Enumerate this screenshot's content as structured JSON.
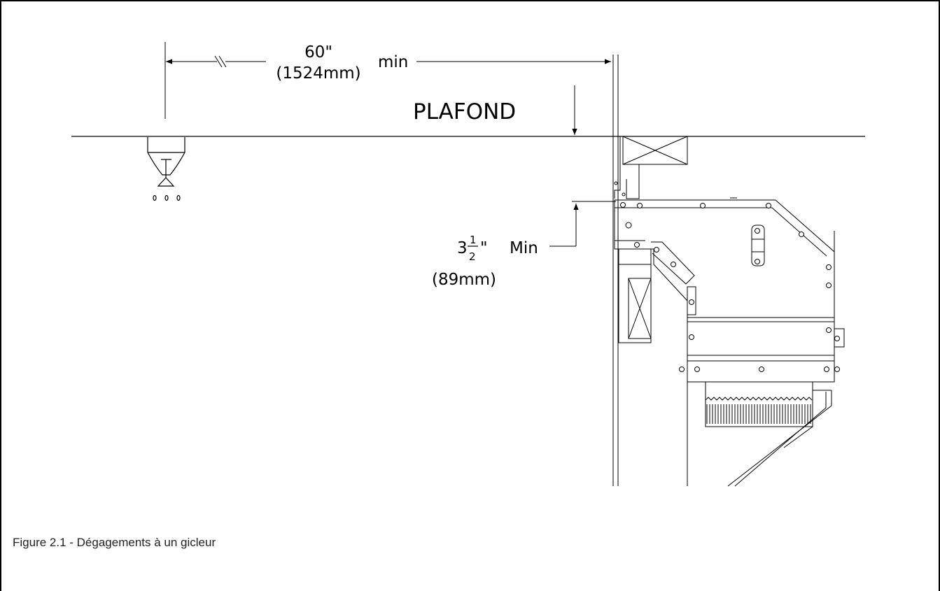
{
  "diagram": {
    "horizontal_dimension": {
      "value": "60\"",
      "metric": "(1524mm)",
      "suffix": "min"
    },
    "ceiling_label": "PLAFOND",
    "vertical_dimension": {
      "whole": "3",
      "numerator": "1",
      "denominator": "2",
      "unit": "\"",
      "suffix": "Min",
      "metric": "(89mm)"
    }
  },
  "caption": "Figure 2.1 - Dégagements à un gicleur"
}
